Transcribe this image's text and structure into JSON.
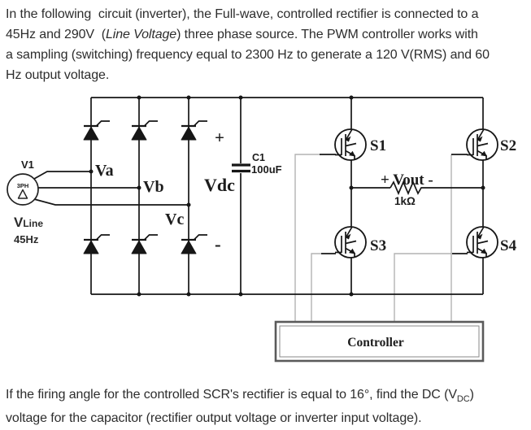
{
  "intro": {
    "line1": "In the following  circuit (inverter), the Full-wave, controlled rectifier is connected to a",
    "line2_pre": "45Hz and 290V  (",
    "line2_italic": "Line Voltage",
    "line2_post": ") three phase source. The PWM controller works with",
    "line3": "a sampling (switching) frequency equal to 2300 Hz to generate a 120 V(RMS) and 60",
    "line4": "Hz output voltage."
  },
  "question": {
    "line1_pre": "If the firing angle for the controlled SCR's rectifier is equal to 16°, find the DC (V",
    "line1_sub": "DC",
    "line1_post": ")",
    "line2": "voltage for the capacitor (rectifier output voltage or inverter input voltage)."
  },
  "circuit": {
    "source_name": "V1",
    "source_type": "3PH",
    "vline_main": "V",
    "vline_sub": "Line",
    "source_freq": "45Hz",
    "phase_a": "Va",
    "phase_b": "Vb",
    "phase_c": "Vc",
    "dc_plus": "+",
    "dc_minus": "-",
    "vdc_label": "Vdc",
    "cap_name": "C1",
    "cap_value": "100uF",
    "sw1": "S1",
    "sw2": "S2",
    "sw3": "S3",
    "sw4": "S4",
    "vout_label": "+ Vout -",
    "resistor_value": "1kΩ",
    "controller_label": "Controller",
    "colors": {
      "wire": "#161616",
      "control_wire": "#b3b3b3",
      "controller_border": "#5a5a5a",
      "body_text": "#2d2d2d"
    }
  }
}
